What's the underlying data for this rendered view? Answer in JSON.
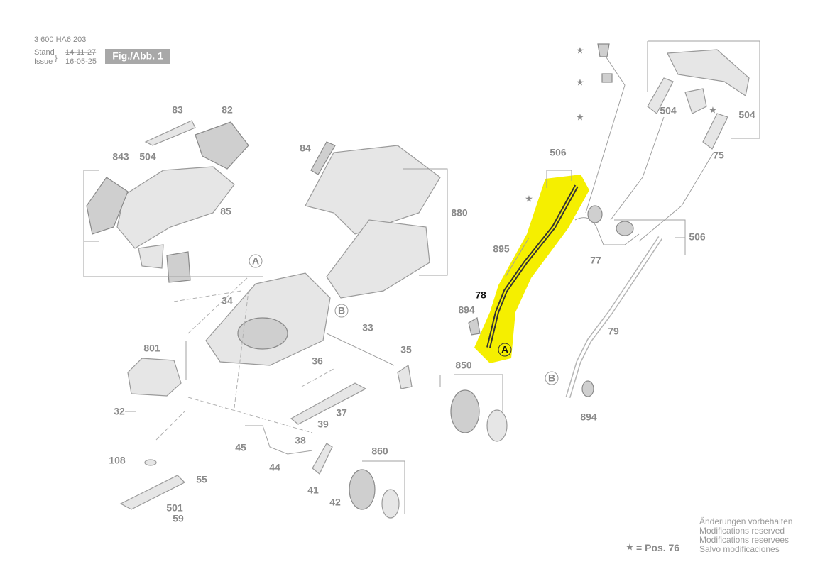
{
  "header": {
    "part_number": "3 600 HA6 203",
    "stand_label": "Stand",
    "issue_label": "Issue",
    "stand_date_struck": "14-11-27",
    "issue_date": "16-05-25",
    "figure_label": "Fig./Abb. 1"
  },
  "highlight_color": "#f5ef00",
  "labels": {
    "p83": "83",
    "p82": "82",
    "p843": "843",
    "p504a": "504",
    "p85": "85",
    "p84": "84",
    "p880": "880",
    "refA1": "A",
    "p34": "34",
    "refB1": "B",
    "p33": "33",
    "p801": "801",
    "p35": "35",
    "p36": "36",
    "p850": "850",
    "p32": "32",
    "p37": "37",
    "p39": "39",
    "p45": "45",
    "p38": "38",
    "p44": "44",
    "p860": "860",
    "p108": "108",
    "p55": "55",
    "p41": "41",
    "p42": "42",
    "p501": "501",
    "p59": "59",
    "p506a": "506",
    "p504b": "504",
    "p504c": "504",
    "p75": "75",
    "p895": "895",
    "p77": "77",
    "p506b": "506",
    "p78": "78",
    "p894a": "894",
    "refA2": "A",
    "p79": "79",
    "refB2": "B",
    "p894b": "894"
  },
  "legend": {
    "star_symbol": "★",
    "star_text": "= Pos. 76"
  },
  "notes": [
    "Änderungen vorbehalten",
    "Modifications reserved",
    "Modifications reservees",
    "Salvo modificaciones"
  ]
}
